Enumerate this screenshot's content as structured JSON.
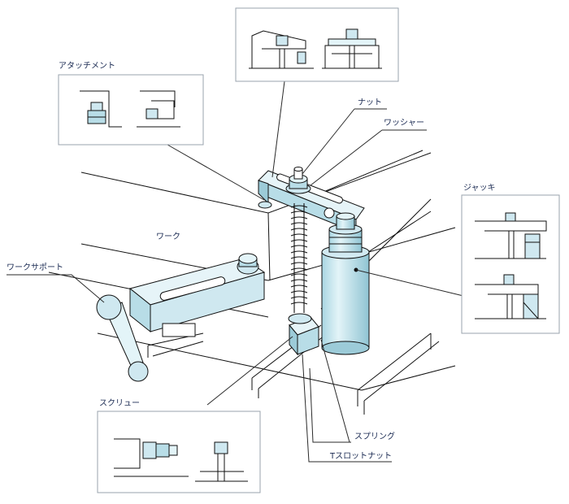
{
  "labels": {
    "nut": "ナット",
    "washer": "ワッシャー",
    "attachment": "アタッチメント",
    "work": "ワーク",
    "jack": "ジャッキ",
    "work_support": "ワークサポート",
    "screw": "スクリュー",
    "spring": "スプリング",
    "t_slot_nut": "Tスロットナット"
  },
  "colors": {
    "line": "#111111",
    "leader": "#2a2a2a",
    "part_fill": "#d2eaf2",
    "part_dark": "#9ccbd8",
    "box_border": "#9aa3ad",
    "label_text": "#1a2a52"
  }
}
